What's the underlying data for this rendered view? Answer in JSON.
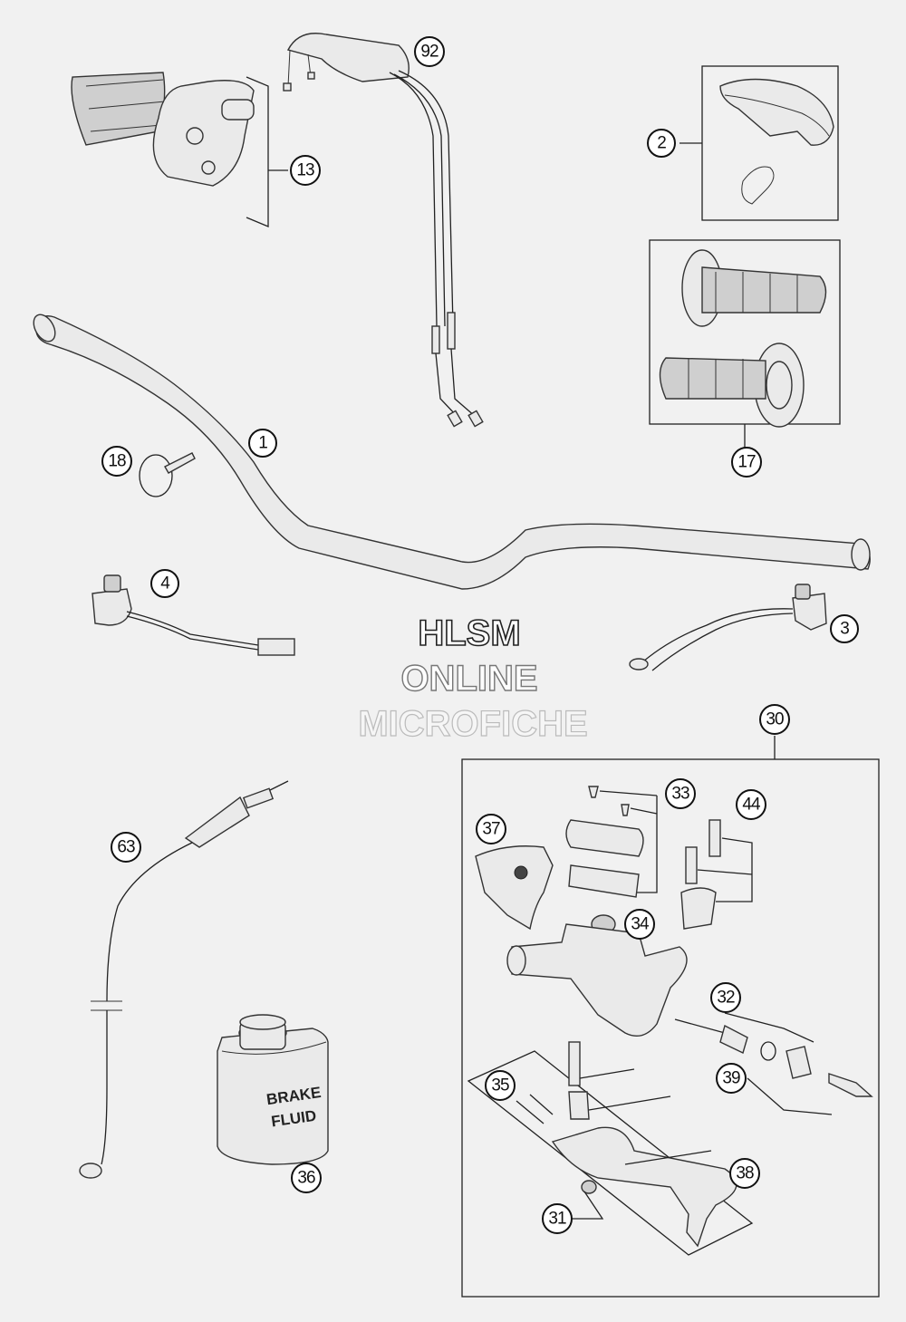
{
  "watermark": {
    "line1": "HLSM",
    "line2": "ONLINE",
    "line3": "MICROFICHE"
  },
  "bottle_label": {
    "line1": "BRAKE",
    "line2": "FLUID"
  },
  "callouts": {
    "c1": "1",
    "c2": "2",
    "c3": "3",
    "c4": "4",
    "c13": "13",
    "c17": "17",
    "c18": "18",
    "c30": "30",
    "c31": "31",
    "c32": "32",
    "c33": "33",
    "c34": "34",
    "c35": "35",
    "c36": "36",
    "c37": "37",
    "c38": "38",
    "c39": "39",
    "c44": "44",
    "c63": "63",
    "c92": "92"
  }
}
